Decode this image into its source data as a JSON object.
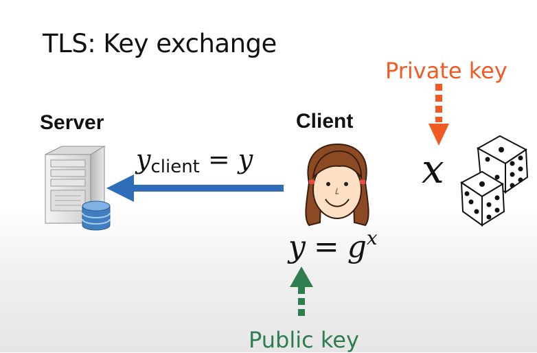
{
  "title": "TLS: Key exchange",
  "server": {
    "label": "Server"
  },
  "client": {
    "label": "Client"
  },
  "labels": {
    "private_key": "Private key",
    "public_key": "Public key"
  },
  "equations": {
    "y_client": {
      "base": "y",
      "subscript": "client",
      "operator": "=",
      "rhs": "y"
    },
    "y_eq": {
      "lhs": "y",
      "operator": "=",
      "base": "g",
      "exponent": "x"
    },
    "x": "x"
  },
  "colors": {
    "private_key": "#f05a24",
    "public_key": "#2e7d4f",
    "arrow": "#2f6db8"
  },
  "icons": [
    "server-icon",
    "database-icon",
    "client-avatar-icon",
    "dice-icon"
  ]
}
